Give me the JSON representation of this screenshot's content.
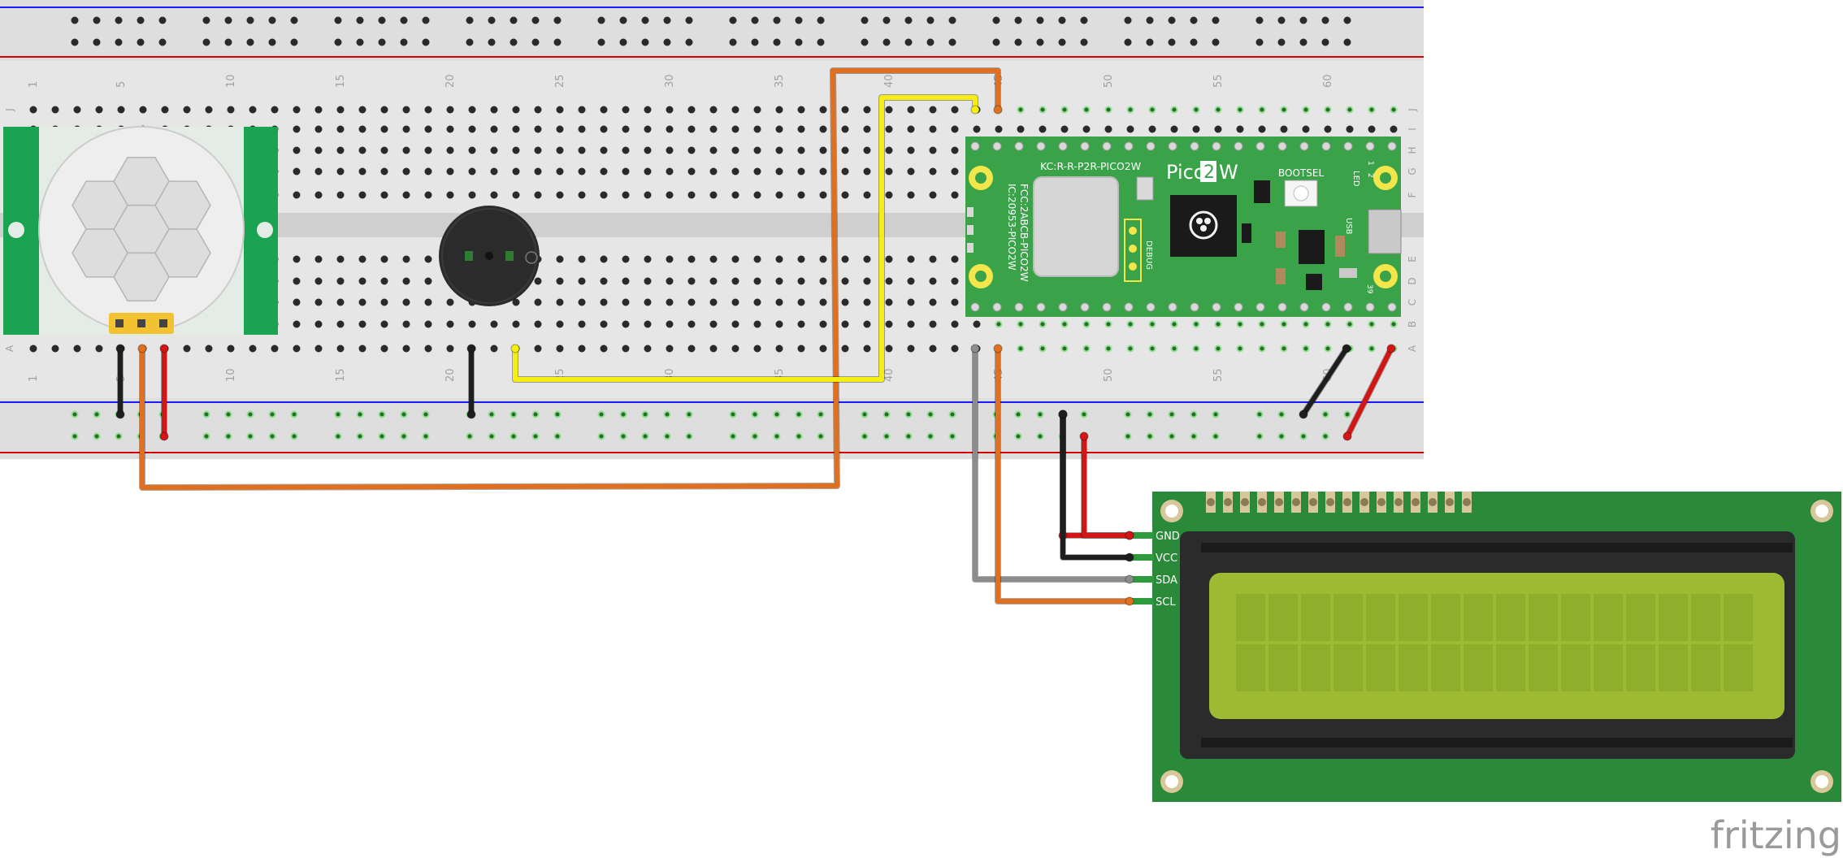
{
  "breadboard": {
    "col_labels": [
      "1",
      "5",
      "10",
      "15",
      "20",
      "25",
      "30",
      "35",
      "40",
      "45",
      "50",
      "55",
      "60"
    ],
    "row_labels_top": [
      "J",
      "I",
      "H",
      "G",
      "F"
    ],
    "row_labels_bottom": [
      "E",
      "D",
      "C",
      "B",
      "A"
    ],
    "colors": {
      "body": "#dcdcdc",
      "rail_blue": "#1a1aff",
      "rail_red": "#d40000",
      "hole": "#2a2a2a",
      "hole_used": "#5cd65c"
    }
  },
  "pico": {
    "brand": "Pico",
    "model_num": "2",
    "model_suffix": "W",
    "top_text": "KC:R-R-P2R-PICO2W",
    "fcc_text": "FCC:2ABCB-PICO2W",
    "ic_text": "IC:20953-PICO2W",
    "bootsel_label": "BOOTSEL",
    "debug_label": "DEBUG",
    "led_label": "LED",
    "usb_label": "USB",
    "pin_1": "1",
    "pin_2": "2",
    "pin_39": "39",
    "colors": {
      "board": "#3aa34a",
      "pad": "#f2e64b"
    }
  },
  "lcd": {
    "pins": [
      "GND",
      "VCC",
      "SDA",
      "SCL"
    ],
    "colors": {
      "board": "#2a8a3a",
      "screen": "#9cbb33",
      "bezel": "#2b2b2b"
    }
  },
  "pir": {
    "colors": {
      "board": "#1aa350",
      "dome": "#eeeeee",
      "pin": "#f2c230"
    }
  },
  "buzzer": {
    "colors": {
      "body": "#2b2b2b"
    }
  },
  "wires": {
    "colors": {
      "orange": "#e07020",
      "yellow": "#f5ee10",
      "black": "#1e1e1e",
      "red": "#d41515",
      "gray": "#8c8c8c"
    }
  },
  "watermark": "fritzing"
}
